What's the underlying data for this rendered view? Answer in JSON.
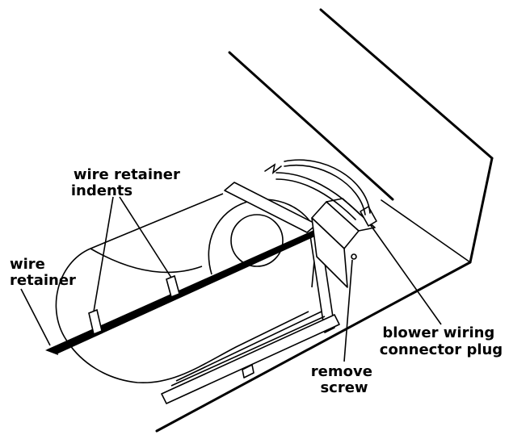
{
  "labels": {
    "wire_retainer_indents": [
      "wire retainer",
      "indents"
    ],
    "wire_retainer": [
      "wire",
      "retainer"
    ],
    "blower_wiring_connector_plug": [
      "blower wiring",
      "connector plug"
    ],
    "remove_screw": [
      "remove",
      "screw"
    ]
  },
  "colors": {
    "ink": "#000000",
    "paper": "#ffffff"
  }
}
